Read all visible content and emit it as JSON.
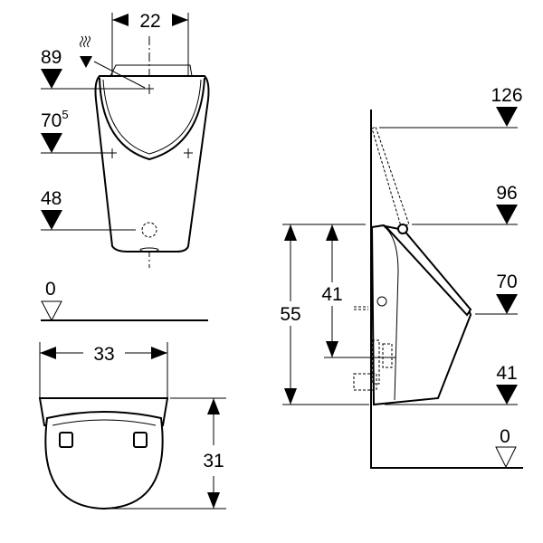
{
  "front_view": {
    "width_dim": "22",
    "levels": [
      {
        "value": "89",
        "sup": ""
      },
      {
        "value": "70",
        "sup": "5"
      },
      {
        "value": "48",
        "sup": ""
      }
    ],
    "floor": "0",
    "icon": "water-inlet-icon"
  },
  "top_view": {
    "width_dim": "33",
    "depth_dim": "31"
  },
  "side_view": {
    "levels": [
      "126",
      "96",
      "70",
      "41"
    ],
    "floor": "0",
    "height_dim": "55",
    "outlet_dim": "41"
  }
}
